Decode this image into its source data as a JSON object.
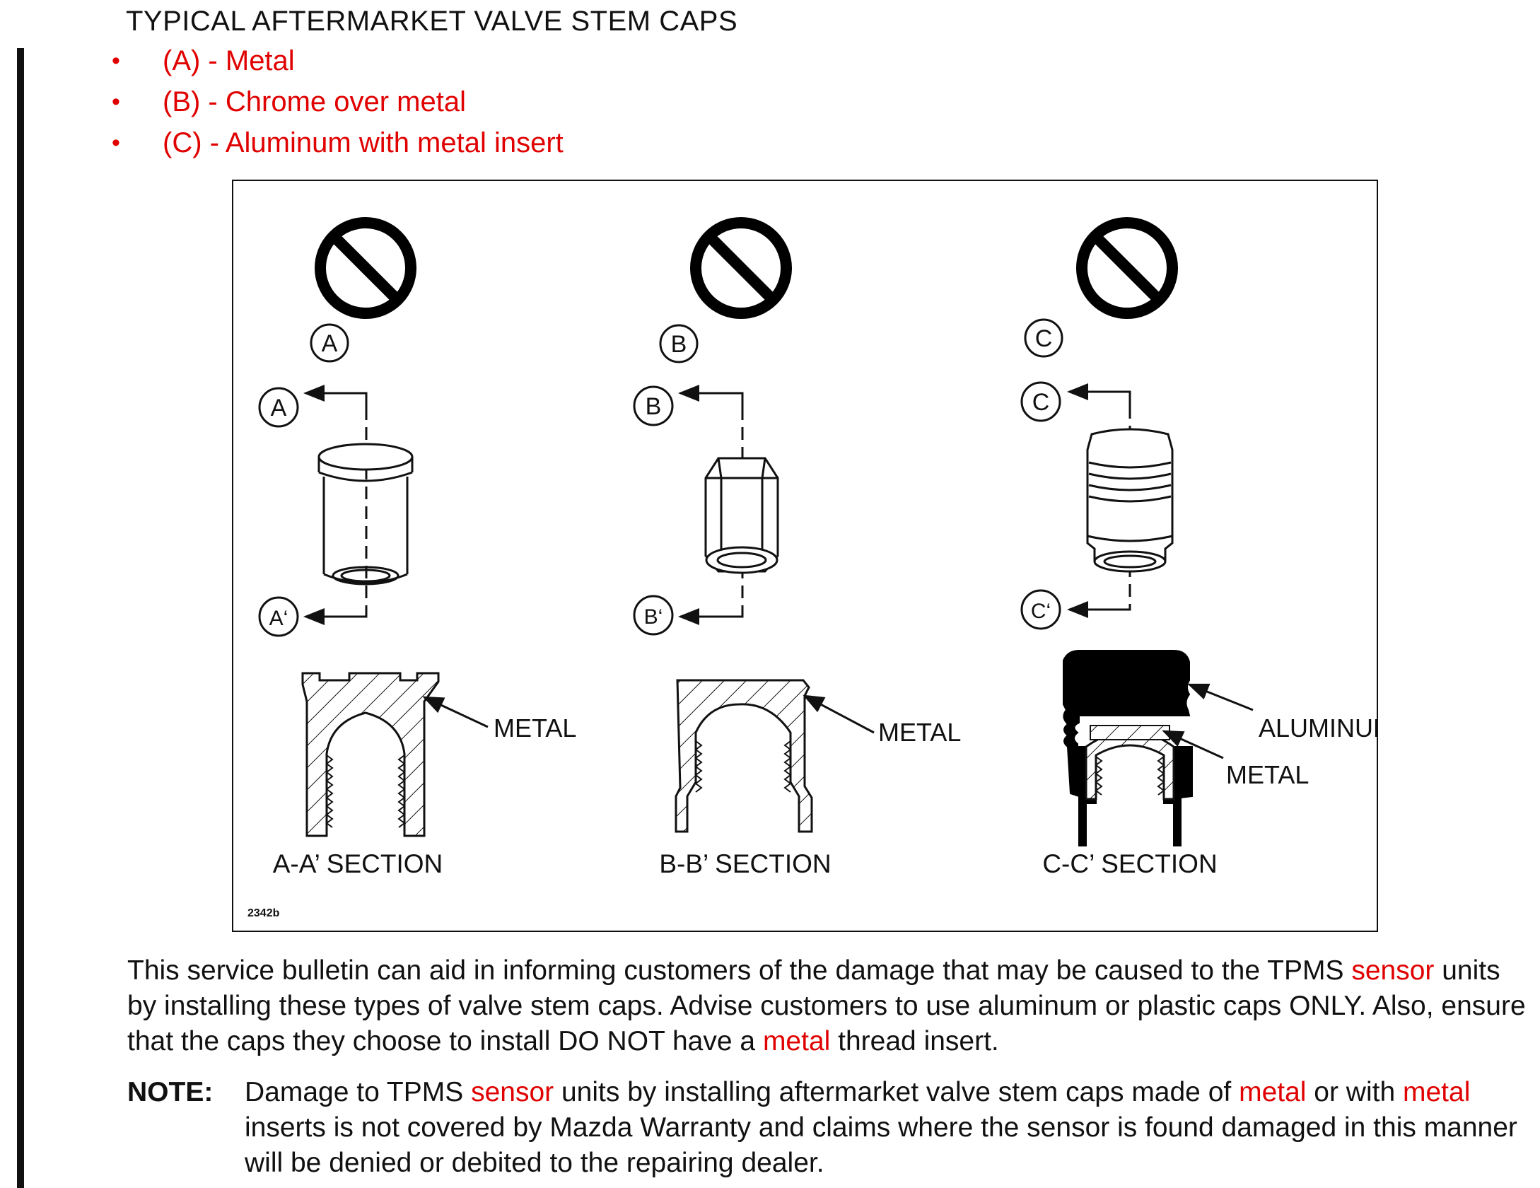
{
  "header": {
    "title": "TYPICAL AFTERMARKET VALVE STEM CAPS",
    "bullets": [
      "(A) - Metal",
      "(B) - Chrome over metal",
      "(C) - Aluminum with metal insert"
    ],
    "bullet_symbol": "•"
  },
  "figure": {
    "caps": [
      {
        "letter": "A",
        "upper_marker": "A",
        "lower_marker": "A‘",
        "section_label": "A-A’ SECTION",
        "material_labels": [
          "METAL"
        ]
      },
      {
        "letter": "B",
        "upper_marker": "B",
        "lower_marker": "B‘",
        "section_label": "B-B’ SECTION",
        "material_labels": [
          "METAL"
        ]
      },
      {
        "letter": "C",
        "upper_marker": "C",
        "lower_marker": "C‘",
        "section_label": "C-C’ SECTION",
        "material_labels": [
          "ALUMINUM",
          "METAL"
        ]
      }
    ],
    "figure_id": "2342b",
    "prohibited_icon": "no-symbol-icon"
  },
  "body": {
    "paragraph": [
      {
        "text": "This service bulletin can aid in informing customers of the damage that may be caused to the TPMS ",
        "highlight": false
      },
      {
        "text": "sensor",
        "highlight": true
      },
      {
        "text": " units by installing these types of valve stem caps. Advise customers to use aluminum or plastic caps ONLY. Also, ensure that the caps they choose to install DO NOT have a ",
        "highlight": false
      },
      {
        "text": "metal",
        "highlight": true
      },
      {
        "text": " thread insert.",
        "highlight": false
      }
    ],
    "note_label": "NOTE:",
    "note": [
      {
        "text": "Damage to TPMS ",
        "highlight": false
      },
      {
        "text": "sensor",
        "highlight": true
      },
      {
        "text": " units by installing aftermarket valve stem caps made of ",
        "highlight": false
      },
      {
        "text": "metal",
        "highlight": true
      },
      {
        "text": " or with ",
        "highlight": false
      },
      {
        "text": "metal",
        "highlight": true
      },
      {
        "text": " inserts is not covered by Mazda Warranty and claims where the sensor is found damaged in this manner will be denied or debited to the repairing dealer.",
        "highlight": false
      }
    ]
  },
  "colors": {
    "highlight": "#e00000",
    "text": "#111111",
    "fill": "#000000"
  }
}
